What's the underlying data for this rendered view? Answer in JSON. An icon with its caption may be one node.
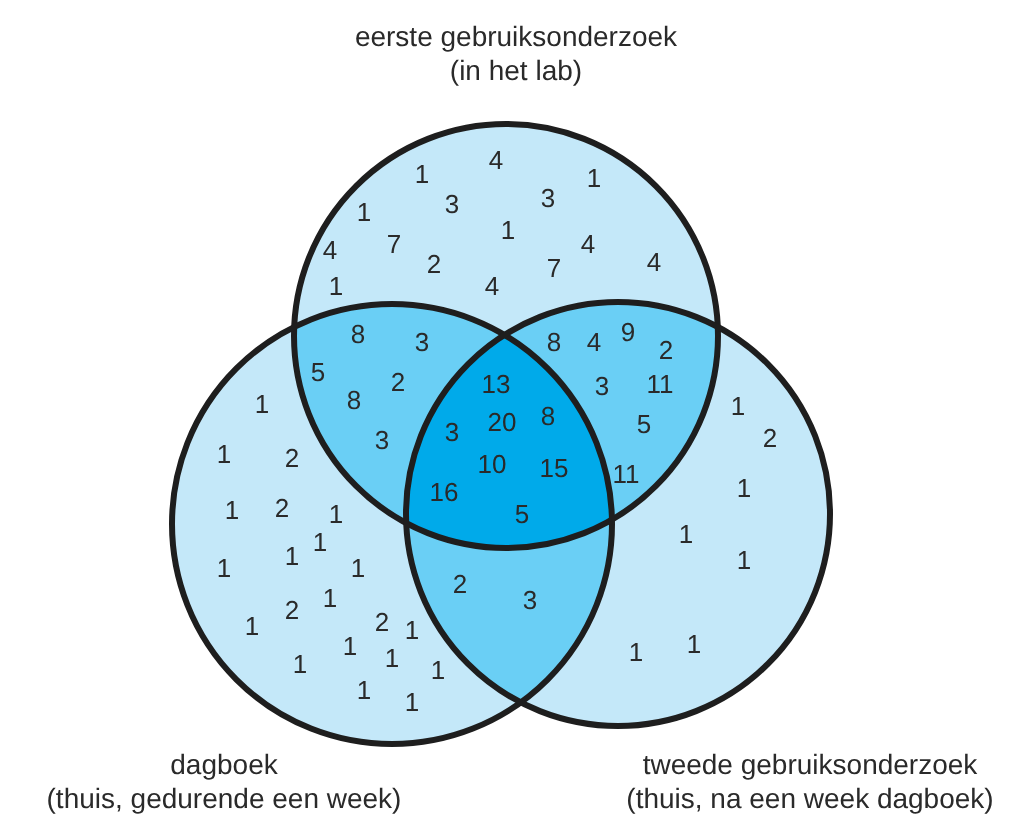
{
  "diagram": {
    "labels": [
      "eerste gebruiksonderzoek (in het lab)",
      "4",
      "1",
      "1",
      "3",
      "3",
      "1",
      "1",
      "4",
      "7",
      "4",
      "2",
      "7",
      "4",
      "1",
      "4",
      "8",
      "3",
      "8",
      "4",
      "9",
      "2",
      "5",
      "2",
      "13",
      "3",
      "11",
      "8",
      "3",
      "3",
      "20",
      "8",
      "5",
      "10",
      "15",
      "11",
      "16",
      "5",
      "1",
      "1",
      "2",
      "1",
      "2",
      "1",
      "1",
      "1",
      "1",
      "1",
      "1",
      "2",
      "1",
      "2",
      "1",
      "1",
      "1",
      "1",
      "1",
      "1",
      "1",
      "2",
      "3",
      "1",
      "2",
      "1",
      "1",
      "1",
      "1",
      "1",
      "dagboek (thuis, gedurende een week)",
      "tweede gebruiksonderzoek (thuis, na een week dagboek)"
    ]
  }
}
